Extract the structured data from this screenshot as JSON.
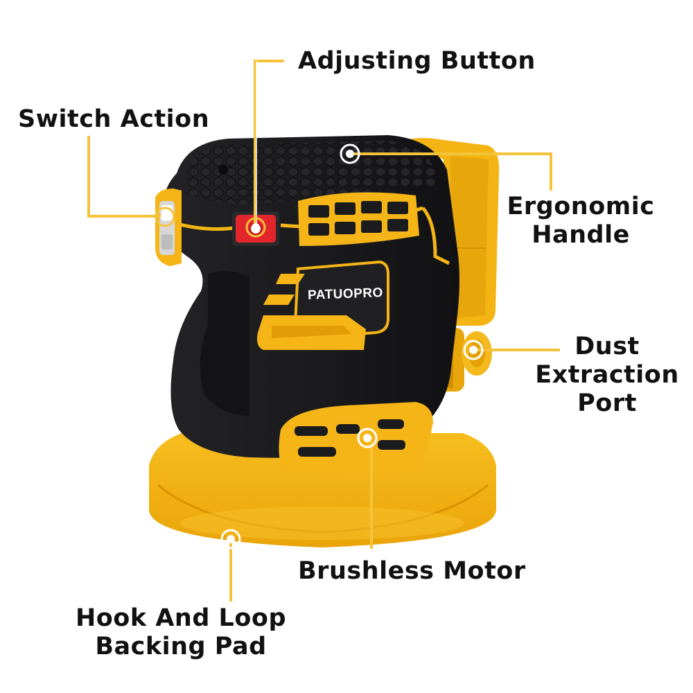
{
  "colors": {
    "accent": "#f5b517",
    "accent_dark": "#e29c06",
    "body_black": "#1d1d1f",
    "body_shadow": "#0e0e10",
    "leader_line": "#f5c33a",
    "button_red": "#e2262b",
    "label_text": "#111111"
  },
  "product": {
    "brand": "PATUOPRO"
  },
  "callouts": [
    {
      "id": "adjusting",
      "line1": "Adjusting Button",
      "line2": ""
    },
    {
      "id": "switch",
      "line1": "Switch Action",
      "line2": ""
    },
    {
      "id": "handle",
      "line1": "Ergonomic",
      "line2": "Handle"
    },
    {
      "id": "dust",
      "line1": "Dust",
      "line2": "Extraction",
      "line3": "Port"
    },
    {
      "id": "motor",
      "line1": "Brushless Motor",
      "line2": ""
    },
    {
      "id": "pad",
      "line1": "Hook And Loop",
      "line2": "Backing Pad"
    }
  ]
}
